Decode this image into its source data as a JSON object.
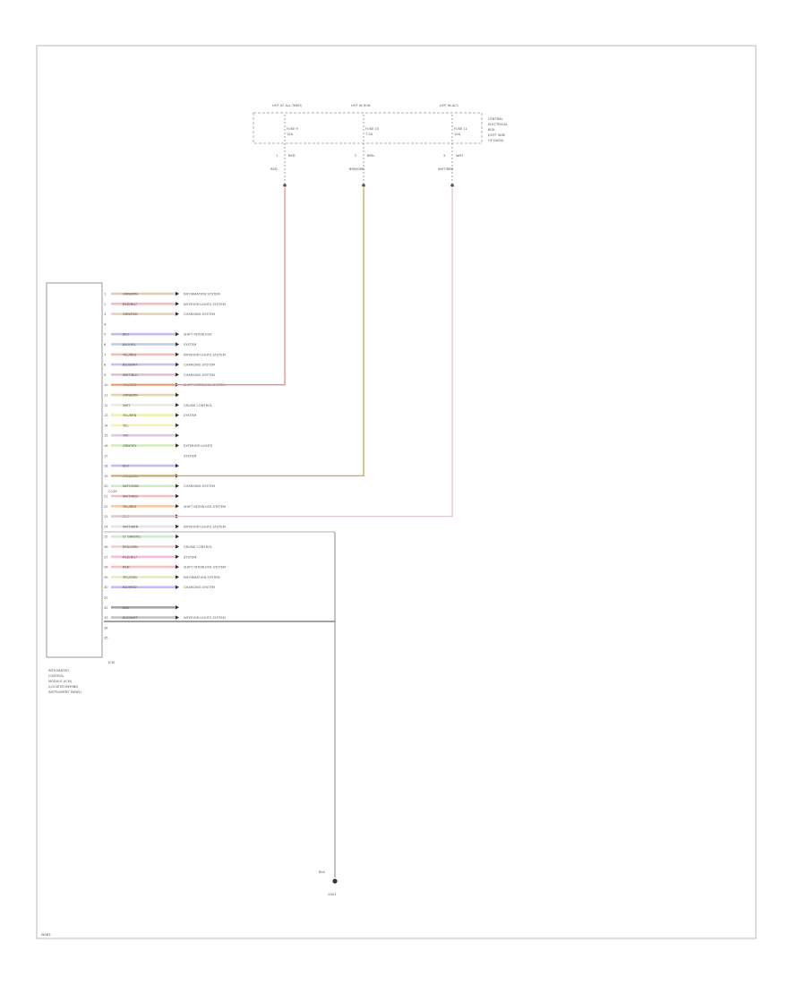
{
  "diagram": {
    "fuses": [
      {
        "id": "fuse-1",
        "head": "HOT AT ALL TIMES",
        "name": "FUSE 9",
        "rating": "15A",
        "pin": "1",
        "wire_color": "RED",
        "wire_hex": "#f08a8a",
        "end_label": "RED"
      },
      {
        "id": "fuse-2",
        "head": "HOT IN RUN",
        "name": "FUSE 10",
        "rating": "7.5A",
        "pin": "2",
        "wire_color": "BRN",
        "wire_hex": "#d2a24f",
        "end_label": "BRN/GRN"
      },
      {
        "id": "fuse-3",
        "head": "HOT IN ACC",
        "name": "FUSE 11",
        "rating": "10A",
        "pin": "3",
        "wire_color": "WHT",
        "wire_hex": "#e0c8c8",
        "end_label": "WHT/RED"
      }
    ],
    "fuse_box_label": [
      "CENTRAL",
      "ELECTRICAL",
      "BOX",
      "(LEFT SIDE",
      "OF DASH)"
    ],
    "module_label": [
      "INTEGRATED",
      "CONTROL",
      "MODULE (ICM)",
      "(LOCATED BEHIND",
      "INSTRUMENT PANEL)"
    ],
    "module_bottom_text": "ICM",
    "mid_connector": "C239",
    "pins": [
      {
        "num": "1",
        "wire": "GRN/BRN",
        "hex": "#c8a070",
        "system": "INFORMATION SYSTEM"
      },
      {
        "num": "2",
        "wire": "RED/BLU",
        "hex": "#e08a9a",
        "system": "INTERIOR LIGHTS SYSTEM"
      },
      {
        "num": "3",
        "wire": "GRN/RED",
        "hex": "#c8b080",
        "system": "CHARGING SYSTEM"
      },
      {
        "num": "4",
        "wire": "",
        "hex": "",
        "system": ""
      },
      {
        "num": "5",
        "wire": "BLU",
        "hex": "#8a8ae8",
        "system": "SHIFT INTERLOCK"
      },
      {
        "num": "6",
        "wire": "BLU/YEL",
        "hex": "#8a9ad8",
        "system": "SYSTEM"
      },
      {
        "num": "7",
        "wire": "YEL/RED",
        "hex": "#e08a8a",
        "system": "INTERIOR LIGHTS SYSTEM"
      },
      {
        "num": "8",
        "wire": "BLU/WHT",
        "hex": "#a08ae0",
        "system": "CHARGING SYSTEM"
      },
      {
        "num": "9",
        "wire": "WHT/BLU",
        "hex": "#d08ab0",
        "system": "CHARGING SYSTEM"
      },
      {
        "num": "10",
        "wire": "YEL/RED",
        "hex": "#f0a060",
        "system": "SHIFT INTERLOCK SYSTEM"
      },
      {
        "num": "11",
        "wire": "GRN/BRN",
        "hex": "#c8b060",
        "system": ""
      },
      {
        "num": "12",
        "wire": "WHT",
        "hex": "#d8d8d8",
        "system": "CRUISE CONTROL"
      },
      {
        "num": "13",
        "wire": "YEL/BRN",
        "hex": "#e8e070",
        "system": "SYSTEM"
      },
      {
        "num": "14",
        "wire": "YEL",
        "hex": "#e8e880",
        "system": ""
      },
      {
        "num": "15",
        "wire": "VIO",
        "hex": "#d890e8",
        "system": ""
      },
      {
        "num": "16",
        "wire": "GRN/YEL",
        "hex": "#a8e080",
        "system": "EXTERIOR LIGHTS"
      },
      {
        "num": "17",
        "wire": "",
        "hex": "",
        "system": "SYSTEM"
      },
      {
        "num": "18",
        "wire": "BLU",
        "hex": "#8a8ae8",
        "system": ""
      },
      {
        "num": "19",
        "wire": "GRN/BRN",
        "hex": "#c8a060",
        "system": ""
      },
      {
        "num": "20",
        "wire": "WHT/GRN",
        "hex": "#a8d8a0",
        "system": "CHARGING SYSTEM"
      },
      {
        "num": "21",
        "wire": "WHT/RED",
        "hex": "#f08a8a",
        "system": ""
      },
      {
        "num": "22",
        "wire": "YEL/RED",
        "hex": "#f0a060",
        "system": "SHIFT INTERLOCK SYSTEM"
      },
      {
        "num": "23",
        "wire": "BLK",
        "hex": "#b0b0b0",
        "system": ""
      },
      {
        "num": "24",
        "wire": "WHT/BRN",
        "hex": "#d0d0d0",
        "system": "INTERIOR LIGHTS SYSTEM"
      },
      {
        "num": "25",
        "wire": "LT GRN/YEL",
        "hex": "#a0e0a0",
        "system": ""
      },
      {
        "num": "26",
        "wire": "RED/GRN",
        "hex": "#f0a0a0",
        "system": "CRUISE CONTROL"
      },
      {
        "num": "27",
        "wire": "RED/BLU",
        "hex": "#f08ab0",
        "system": "SYSTEM"
      },
      {
        "num": "28",
        "wire": "RED",
        "hex": "#f08a8a",
        "system": "SHIFT INTERLOCK SYSTEM"
      },
      {
        "num": "29",
        "wire": "YEL/GRN",
        "hex": "#d0e080",
        "system": "INFORMATION SYSTEM"
      },
      {
        "num": "30",
        "wire": "BLU/RED",
        "hex": "#8a8ae8",
        "system": "CHARGING SYSTEM"
      },
      {
        "num": "31",
        "wire": "",
        "hex": "",
        "system": ""
      },
      {
        "num": "32",
        "wire": "BLK",
        "hex": "#606060",
        "system": ""
      },
      {
        "num": "33",
        "wire": "BLK/WHT",
        "hex": "#909090",
        "system": "INTERIOR LIGHTS SYSTEM"
      },
      {
        "num": "34",
        "wire": "",
        "hex": "",
        "system": ""
      },
      {
        "num": "35",
        "wire": "",
        "hex": "",
        "system": ""
      }
    ],
    "ground_wire_label": "BLK",
    "ground_label": "G301",
    "corner_label": "W0B3"
  }
}
